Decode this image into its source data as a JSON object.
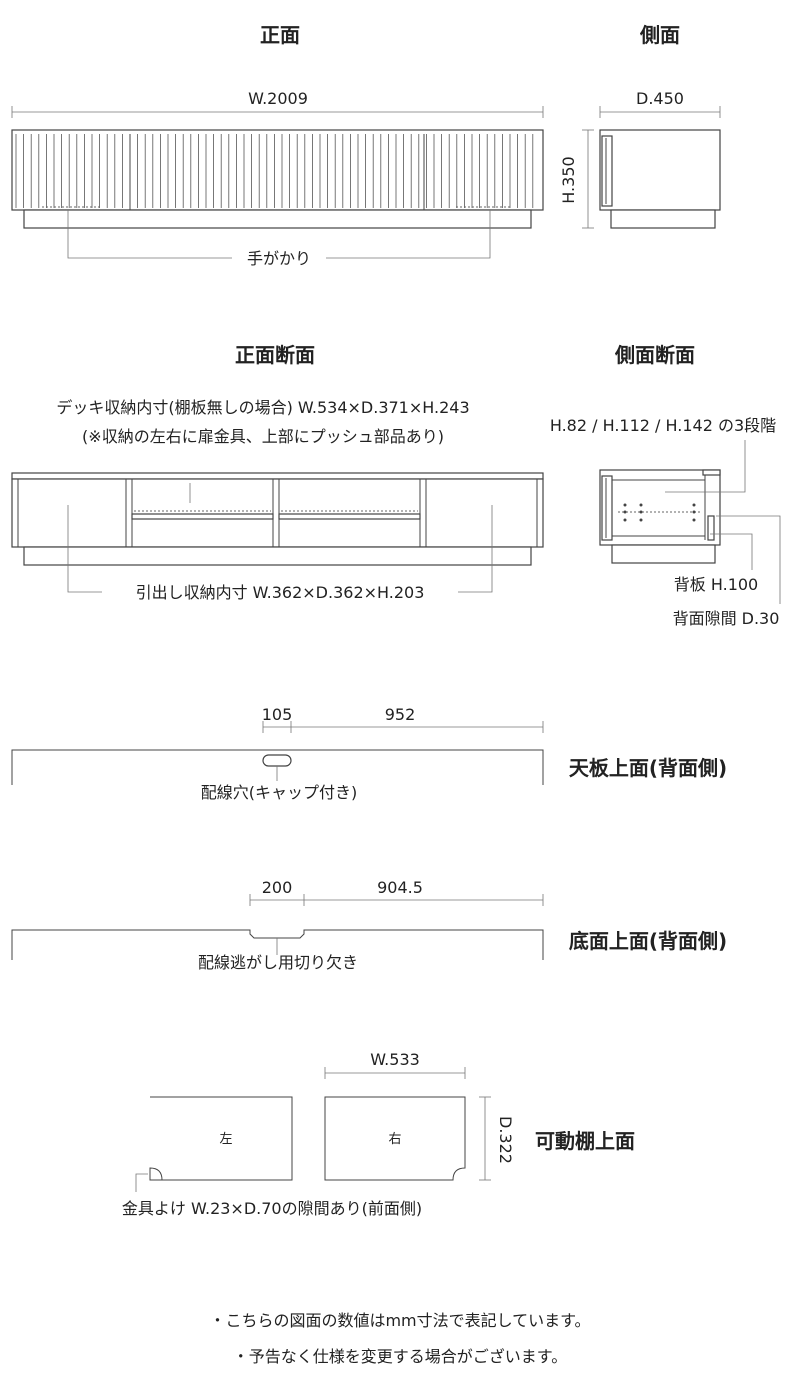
{
  "views": {
    "front_title": "正面",
    "side_title": "側面",
    "front_section_title": "正面断面",
    "side_section_title": "側面断面"
  },
  "dims": {
    "width": "W.2009",
    "depth": "D.450",
    "height": "H.350"
  },
  "labels": {
    "handle": "手がかり",
    "deck_line1": "デッキ収納内寸(棚板無しの場合) W.534×D.371×H.243",
    "deck_line2": "(※収納の左右に扉金具、上部にプッシュ部品あり)",
    "drawer": "引出し収納内寸 W.362×D.362×H.203",
    "shelf_steps": "H.82 / H.112 / H.142 の3段階",
    "back_panel": "背板 H.100",
    "back_gap": "背面隙間 D.30"
  },
  "top_plate": {
    "dim_left": "105",
    "dim_right": "952",
    "title": "天板上面(背面側)",
    "hole_label": "配線穴(キャップ付き)"
  },
  "bottom_plate": {
    "dim_left": "200",
    "dim_right": "904.5",
    "title": "底面上面(背面側)",
    "notch_label": "配線逃がし用切り欠き"
  },
  "shelf": {
    "width": "W.533",
    "depth": "D.322",
    "title": "可動棚上面",
    "left": "左",
    "right": "右",
    "fitting_label": "金具よけ W.23×D.70の隙間あり(前面側)"
  },
  "notes": {
    "line1": "・こちらの図面の数値はmm寸法で表記しています。",
    "line2": "・予告なく仕様を変更する場合がございます。"
  }
}
